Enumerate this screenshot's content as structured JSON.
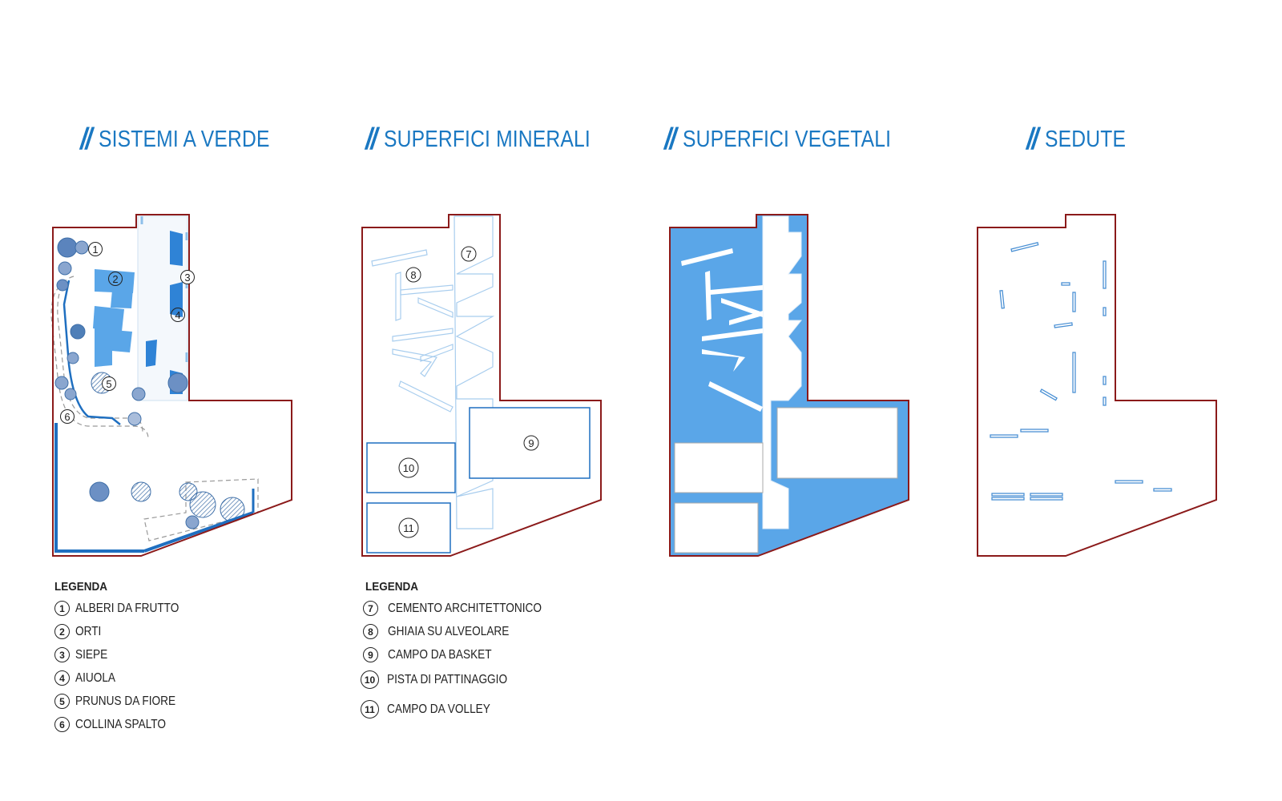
{
  "panels": [
    {
      "title": "SISTEMI A VERDE"
    },
    {
      "title": "SUPERFICI MINERALI"
    },
    {
      "title": "SUPERFICI VEGETALI"
    },
    {
      "title": "SEDUTE"
    }
  ],
  "title_prefix": "//",
  "colors": {
    "accent": "#1a78c2",
    "outline": "#8b1a1a",
    "fill_blue": "#5aa6e8",
    "tree": "#4f7fb8",
    "line_blue": "#8ec0ea"
  },
  "plan_labels": {
    "l1": "1",
    "l2": "2",
    "l3": "3",
    "l4": "4",
    "l5": "5",
    "l6": "6",
    "l7": "7",
    "l8": "8",
    "l9": "9",
    "l10": "10",
    "l11": "11"
  },
  "legend_left": {
    "heading": "LEGENDA",
    "items": [
      {
        "num": "1",
        "label": "ALBERI DA FRUTTO"
      },
      {
        "num": "2",
        "label": "ORTI"
      },
      {
        "num": "3",
        "label": "SIEPE"
      },
      {
        "num": "4",
        "label": "AIUOLA"
      },
      {
        "num": "5",
        "label": "PRUNUS DA FIORE"
      },
      {
        "num": "6",
        "label": "COLLINA SPALTO"
      }
    ]
  },
  "legend_right": {
    "heading": "LEGENDA",
    "items": [
      {
        "num": "7",
        "label": "CEMENTO ARCHITETTONICO"
      },
      {
        "num": "8",
        "label": "GHIAIA SU ALVEOLARE"
      },
      {
        "num": "9",
        "label": "CAMPO DA BASKET"
      },
      {
        "num": "10",
        "label": "PISTA DI PATTINAGGIO"
      },
      {
        "num": "11",
        "label": "CAMPO DA VOLLEY"
      }
    ]
  }
}
